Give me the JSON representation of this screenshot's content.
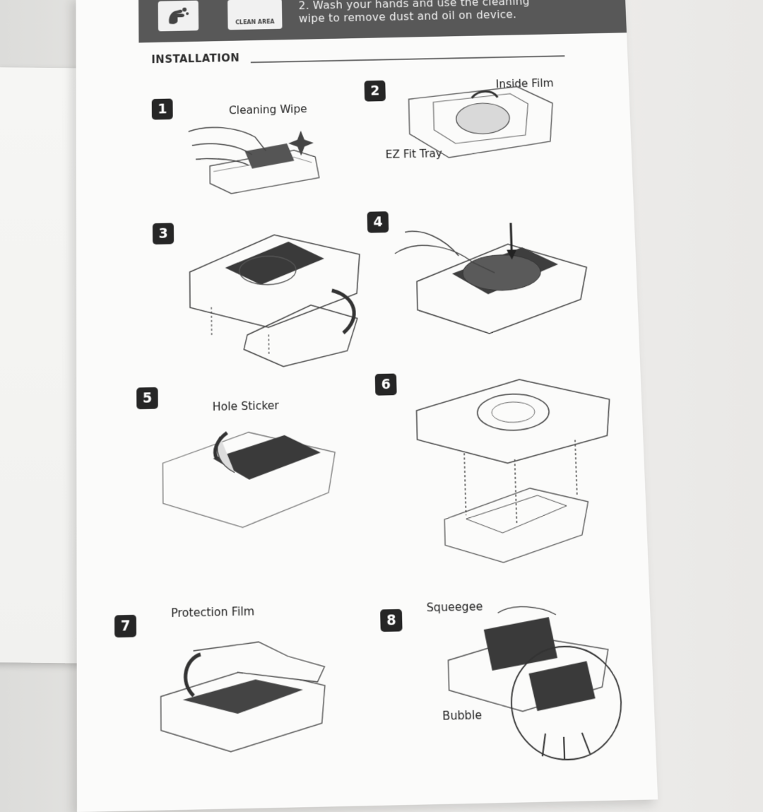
{
  "header": {
    "clean_area_label": "CLEAN AREA",
    "instruction_line1": "2. Wash your hands and use the cleaning",
    "instruction_line2": "wipe to remove dust and oil on device."
  },
  "section_title": "INSTALLATION",
  "steps": [
    {
      "number": "1",
      "labels": [
        "Cleaning Wipe"
      ]
    },
    {
      "number": "2",
      "labels": [
        "Inside Film",
        "EZ Fit Tray"
      ]
    },
    {
      "number": "3",
      "labels": []
    },
    {
      "number": "4",
      "labels": []
    },
    {
      "number": "5",
      "labels": [
        "Hole Sticker"
      ]
    },
    {
      "number": "6",
      "labels": []
    },
    {
      "number": "7",
      "labels": [
        "Protection Film"
      ]
    },
    {
      "number": "8",
      "labels": [
        "Squeegee",
        "Bubble"
      ]
    }
  ],
  "colors": {
    "header_bg": "#585858",
    "badge_bg": "#262626",
    "card_bg": "#fbfbfa"
  },
  "icons": [
    "hand-wash-icon",
    "clean-area-icon"
  ]
}
